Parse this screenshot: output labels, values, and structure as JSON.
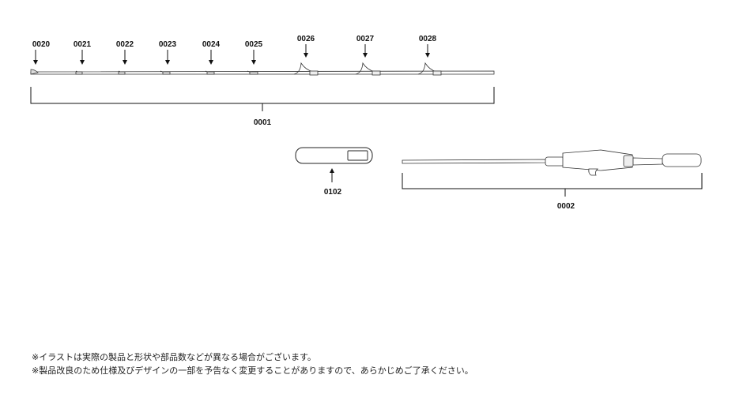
{
  "tip_section": {
    "part_labels": [
      "0020",
      "0021",
      "0022",
      "0023",
      "0024",
      "0025",
      "0026",
      "0027",
      "0028"
    ],
    "assembly_label": "0001"
  },
  "rod_belt": {
    "label": "0102"
  },
  "butt_section": {
    "label": "0002"
  },
  "notes": [
    "※イラストは実際の製品と形状や部品数などが異なる場合がございます。",
    "※製品改良のため仕様及びデザインの一部を予告なく変更することがありますので、あらかじめご了承ください。"
  ]
}
